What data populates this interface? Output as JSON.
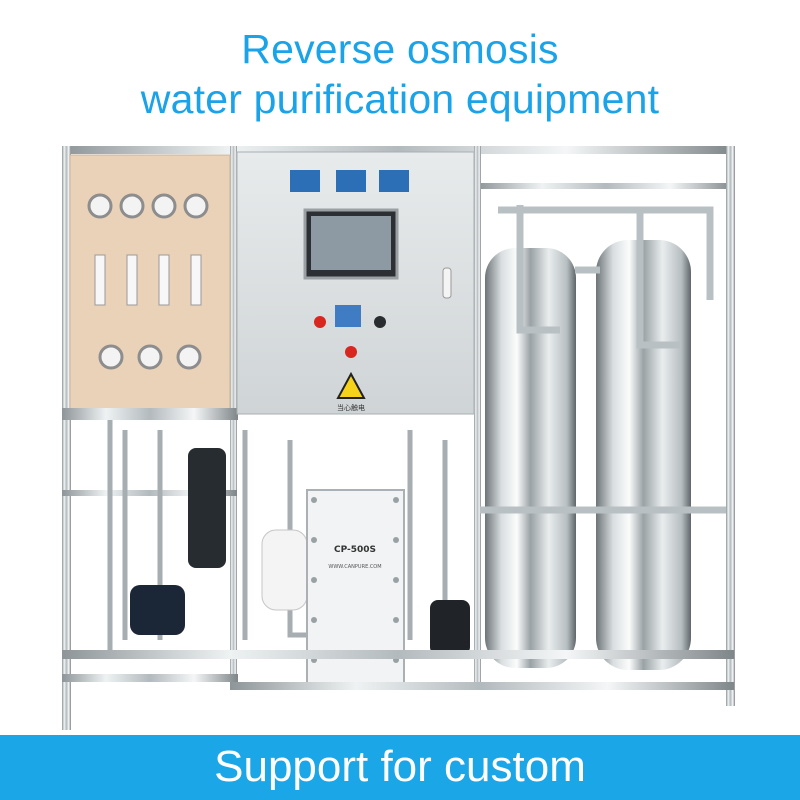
{
  "headline": {
    "line1": "Reverse osmosis",
    "line2": "water purification equipment"
  },
  "footer": {
    "text": "Support for custom"
  },
  "equipment": {
    "module_label": "CP-500S",
    "module_sublabel": "WWW.CANPURE.COM",
    "warning_label": "当心触电"
  },
  "colors": {
    "headline": "#1aa3e8",
    "banner": "#1ba6e7",
    "banner_text": "#ffffff"
  }
}
